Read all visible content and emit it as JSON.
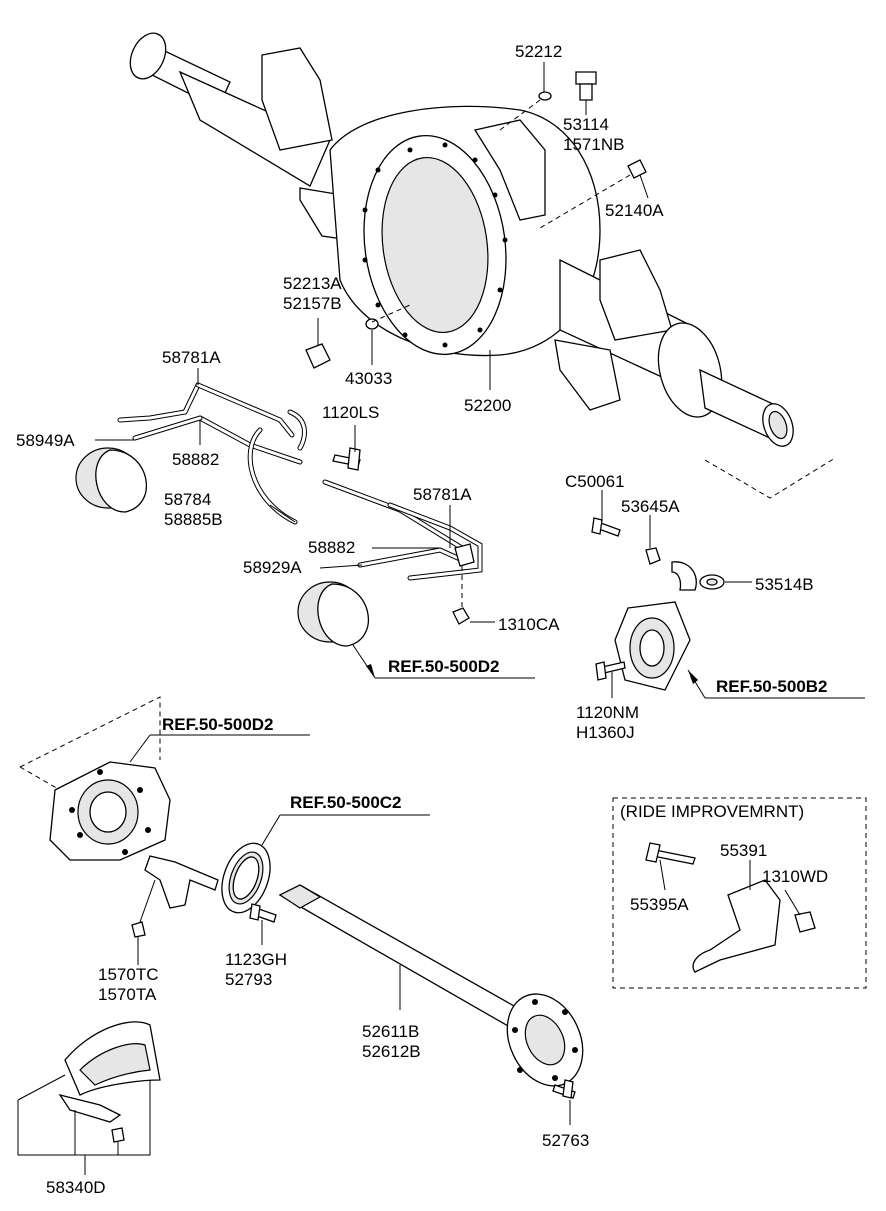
{
  "labels": {
    "p52212": "52212",
    "p53114": "53114",
    "p1571NB": "1571NB",
    "p52140A": "52140A",
    "p52213A": "52213A",
    "p52157B": "52157B",
    "p43033": "43033",
    "p52200": "52200",
    "p58781A_1": "58781A",
    "p1120LS": "1120LS",
    "p58949A": "58949A",
    "p58882_1": "58882",
    "p58784": "58784",
    "p58885B": "58885B",
    "p58781A_2": "58781A",
    "p58882_2": "58882",
    "p58929A": "58929A",
    "p1310CA": "1310CA",
    "pC50061": "C50061",
    "p53645A": "53645A",
    "p53514B": "53514B",
    "p1120NM": "1120NM",
    "pH1360J": "H1360J",
    "p1570TC": "1570TC",
    "p1570TA": "1570TA",
    "p1123GH": "1123GH",
    "p52793": "52793",
    "p52611B": "52611B",
    "p52612B": "52612B",
    "p52763": "52763",
    "p58340D": "58340D",
    "p55391": "55391",
    "p1310WD": "1310WD",
    "p55395A": "55395A"
  },
  "refs": {
    "ref_d2_upper": "REF.50-500D2",
    "ref_b2": "REF.50-500B2",
    "ref_d2_lower": "REF.50-500D2",
    "ref_c2": "REF.50-500C2"
  },
  "ride_box_title": "(RIDE IMPROVEMRNT)"
}
